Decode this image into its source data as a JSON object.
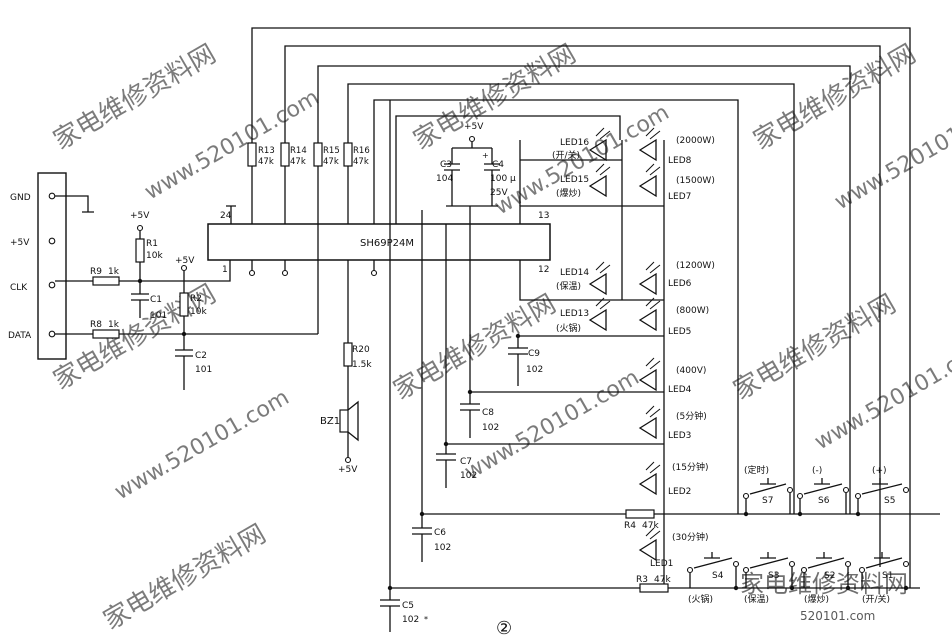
{
  "ic": {
    "label": "SH69P24M",
    "pin24": "24",
    "pin1": "1",
    "pin13": "13",
    "pin12": "12"
  },
  "connector": {
    "pins": [
      "GND",
      "+5V",
      "CLK",
      "DATA"
    ]
  },
  "supply": "+5V",
  "resistors": {
    "R1": [
      "R1",
      "10k"
    ],
    "R2": [
      "R2",
      "10k"
    ],
    "R3": [
      "R3",
      "47k"
    ],
    "R4": [
      "R4",
      "47k"
    ],
    "R8": [
      "R8",
      "1k"
    ],
    "R9": [
      "R9",
      "1k"
    ],
    "R13": [
      "R13",
      "47k"
    ],
    "R14": [
      "R14",
      "47k"
    ],
    "R15": [
      "R15",
      "47k"
    ],
    "R16": [
      "R16",
      "47k"
    ],
    "R20": [
      "R20",
      "1.5k"
    ]
  },
  "capacitors": {
    "C1": [
      "C1",
      "101"
    ],
    "C2": [
      "C2",
      "101"
    ],
    "C3": [
      "C3",
      "104"
    ],
    "C4": [
      "C4",
      "100 μ",
      "25V"
    ],
    "C5": [
      "C5",
      "102"
    ],
    "C6": [
      "C6",
      "102"
    ],
    "C7": [
      "C7",
      "102"
    ],
    "C8": [
      "C8",
      "102"
    ],
    "C9": [
      "C9",
      "102"
    ]
  },
  "buzzer": "BZ1",
  "leds_right": [
    {
      "name": "LED8",
      "note": "(2000W)"
    },
    {
      "name": "LED7",
      "note": "(1500W)"
    },
    {
      "name": "LED6",
      "note": "(1200W)"
    },
    {
      "name": "LED5",
      "note": "(800W)"
    },
    {
      "name": "LED4",
      "note": "(400V)"
    },
    {
      "name": "LED3",
      "note": "(5分钟)"
    },
    {
      "name": "LED2",
      "note": "(15分钟)"
    },
    {
      "name": "LED1",
      "note": "(30分钟)"
    }
  ],
  "leds_left": [
    {
      "name": "LED16",
      "note": "(开/关)"
    },
    {
      "name": "LED15",
      "note": "(爆炒)"
    },
    {
      "name": "LED14",
      "note": "(保温)"
    },
    {
      "name": "LED13",
      "note": "(火锅)"
    }
  ],
  "switches_top": [
    {
      "name": "S7",
      "note": "(定时)"
    },
    {
      "name": "S6",
      "note": "(-)"
    },
    {
      "name": "S5",
      "note": "(+)"
    }
  ],
  "switches_bottom": [
    {
      "name": "S4",
      "note": "(火锅)"
    },
    {
      "name": "S3",
      "note": "(保温)"
    },
    {
      "name": "S2",
      "note": "(爆炒)"
    },
    {
      "name": "S1",
      "note": "(开/关)"
    }
  ],
  "figure_number": "②",
  "c5_mark": "*",
  "watermark": {
    "text": "家电维修资料网",
    "url": "www.520101.com",
    "corner_logo": "家电维修资料网",
    "corner_url": "520101.com"
  }
}
